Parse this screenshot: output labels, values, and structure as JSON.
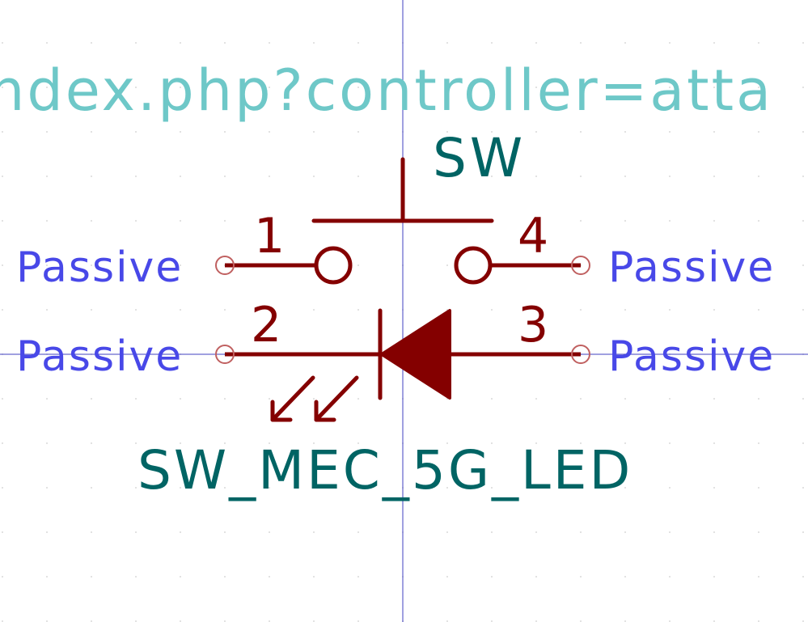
{
  "header_text": "ndex.php?controller=atta",
  "reference": "SW",
  "value": "SW_MEC_5G_LED",
  "pins": [
    {
      "number": "1",
      "type": "Passive"
    },
    {
      "number": "2",
      "type": "Passive"
    },
    {
      "number": "3",
      "type": "Passive"
    },
    {
      "number": "4",
      "type": "Passive"
    }
  ],
  "colors": {
    "background": "#ffffff",
    "body": "#840000",
    "reference_value": "#006464",
    "pin_type": "#4848e8",
    "header_text": "#6ec8c8",
    "crosshair": "#4040c0",
    "pin_end": "#c06060",
    "grid_dot": "#d8d8d8"
  }
}
